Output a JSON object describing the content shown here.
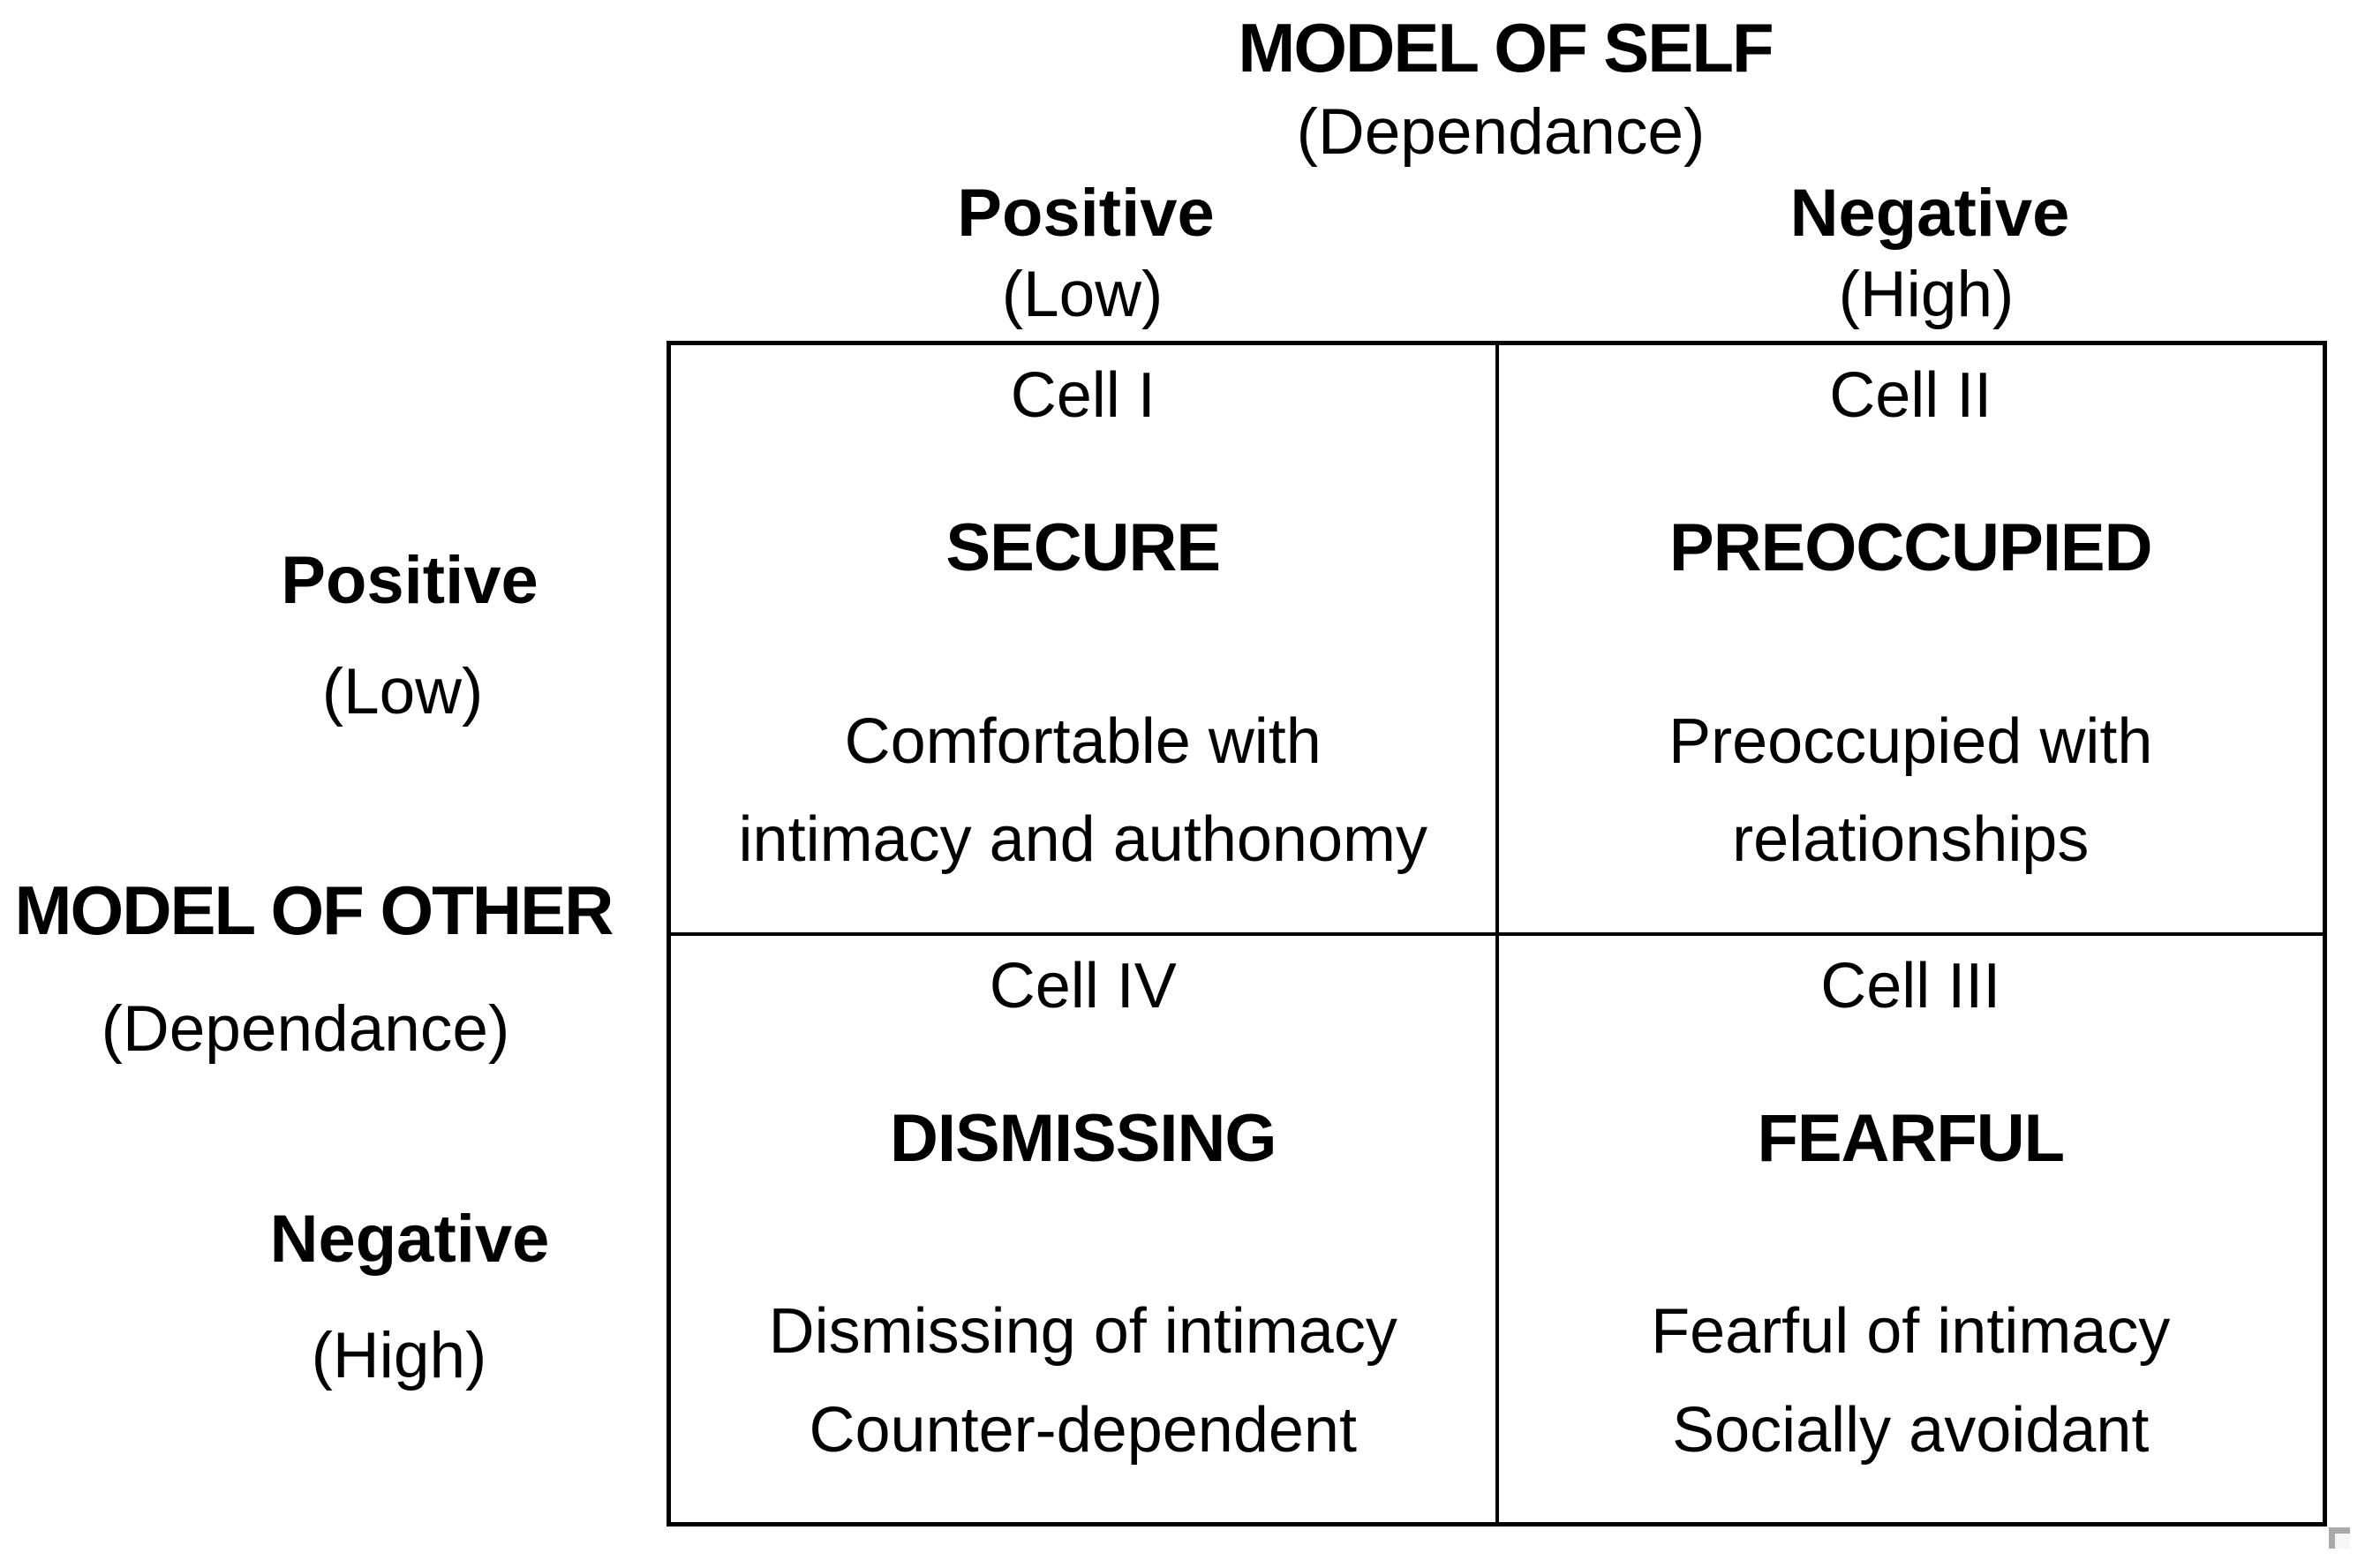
{
  "top_axis": {
    "title": "MODEL OF SELF",
    "subtitle": "(Dependance)"
  },
  "columns": [
    {
      "label": "Positive",
      "sublabel": "(Low)"
    },
    {
      "label": "Negative",
      "sublabel": "(High)"
    }
  ],
  "left_axis": {
    "title": "MODEL OF OTHER",
    "subtitle": "(Dependance)",
    "rows": [
      {
        "label": "Positive",
        "sublabel": "(Low)"
      },
      {
        "label": "Negative",
        "sublabel": "(High)"
      }
    ]
  },
  "cells": [
    {
      "id": "Cell I",
      "name": "SECURE",
      "description": [
        "Comfortable with",
        "intimacy and authonomy"
      ]
    },
    {
      "id": "Cell II",
      "name": "PREOCCUPIED",
      "description": [
        "Preoccupied with",
        "relationships"
      ]
    },
    {
      "id": "Cell IV",
      "name": "DISMISSING",
      "description": [
        "Dismissing of intimacy",
        "Counter-dependent"
      ]
    },
    {
      "id": "Cell III",
      "name": "FEARFUL",
      "description": [
        "Fearful of intimacy",
        "Socially avoidant"
      ]
    }
  ],
  "colors": {
    "background": "#ffffff",
    "text": "#000000",
    "table_border": "#000000",
    "corner_mark": "#a9a9a9"
  }
}
